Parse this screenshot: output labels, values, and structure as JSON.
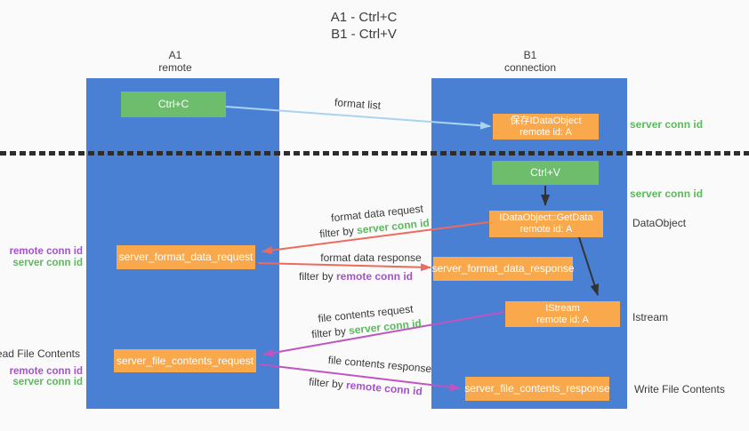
{
  "title": {
    "line1": "A1 - Ctrl+C",
    "line2": "B1 - Ctrl+V"
  },
  "columns": {
    "left": {
      "name": "A1",
      "role": "remote"
    },
    "right": {
      "name": "B1",
      "role": "connection"
    }
  },
  "nodes": {
    "ctrl_c": "Ctrl+C",
    "ctrl_v": "Ctrl+V",
    "save_dataobject_line1": "保存IDataObject",
    "save_dataobject_line2": "remote id: A",
    "getdata_line1": "IDataObject::GetData",
    "getdata_line2": "remote id: A",
    "istream_line1": "IStream",
    "istream_line2": "remote id: A",
    "format_request": "server_format_data_request",
    "format_response": "server_format_data_response",
    "file_request": "server_file_contents_request",
    "file_response": "server_file_contents_response"
  },
  "arrow_labels": {
    "format_list": "format list",
    "format_data_request": "format data request",
    "format_data_response": "format data response",
    "file_contents_request": "file contents request",
    "file_contents_response": "file contents response",
    "filter_by": "filter by ",
    "server_conn_id": "server conn id",
    "remote_conn_id": "remote conn id"
  },
  "side_labels": {
    "server_conn_id": "server conn id",
    "remote_conn_id": "remote conn id",
    "dataobject": "DataObject",
    "istream": "Istream",
    "read_file_contents": "Read File Contents",
    "write_file_contents": "Write File Contents"
  },
  "colors": {
    "column_blue": "#4a80d4",
    "box_green": "#6dbd6d",
    "box_orange": "#f9a84c",
    "arrow_light_blue": "#a9d3f0",
    "arrow_red": "#ee6a5f",
    "arrow_magenta": "#c054c0",
    "arrow_black": "#333333",
    "label_green": "#5cba5c",
    "label_purple": "#a552cb"
  }
}
